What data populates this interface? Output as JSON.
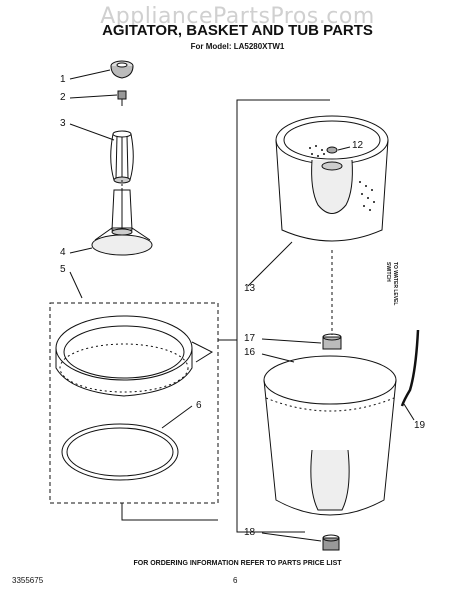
{
  "watermark": "AppliancePartsPros.com",
  "title": "AGITATOR, BASKET AND TUB PARTS",
  "model_label": "For Model: LA5280XTW1",
  "footer_note": "FOR ORDERING INFORMATION REFER TO PARTS PRICE LIST",
  "doc_number": "3355675",
  "page_number": "6",
  "side_note": [
    "TO WATER LEVEL",
    "SWITCH"
  ],
  "callouts": [
    "1",
    "2",
    "3",
    "4",
    "5",
    "6",
    "12",
    "13",
    "16",
    "17",
    "18",
    "19"
  ],
  "colors": {
    "ink": "#111111",
    "watermark": "#d0d0d0",
    "background": "#ffffff"
  }
}
